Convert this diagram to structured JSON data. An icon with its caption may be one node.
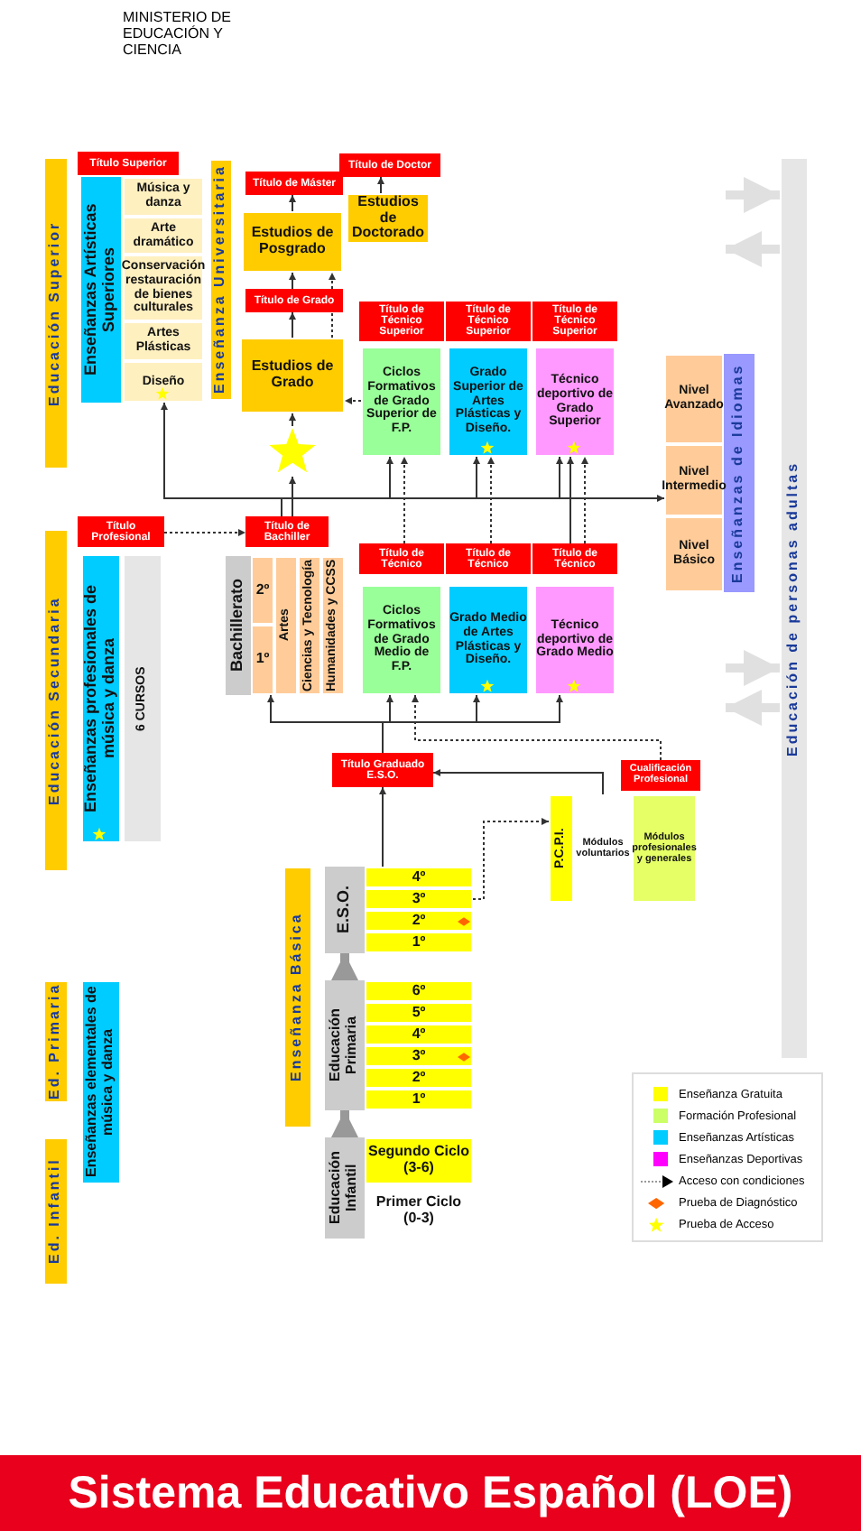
{
  "diagram": {
    "title": "Sistema Educativo Español (LOE)",
    "nodes": [
      {
        "text": [
          "Educación Superior"
        ]
      },
      {
        "text": [
          "Título Superior"
        ]
      },
      {
        "text": [
          "Enseñanzas Artísticas Superiores"
        ]
      },
      {
        "text": [
          "Música y danza"
        ],
        "in": 2
      },
      {
        "text": [
          "Arte dramático"
        ],
        "in": 2
      },
      {
        "text": [
          "Conservación restauración de bienes culturales"
        ],
        "in": 2
      },
      {
        "text": [
          "Artes Plásticas"
        ],
        "in": 2
      },
      {
        "text": [
          "Diseño"
        ],
        "in": 2
      },
      {
        "text": [
          "Enseñanza Universitaria"
        ]
      },
      {
        "text": [
          "Título de Máster"
        ]
      },
      {
        "text": [
          "Título de Doctor"
        ]
      },
      {
        "text": [
          "Estudios de Posgrado"
        ]
      },
      {
        "text": [
          "Estudios de Doctorado"
        ]
      },
      {
        "text": [
          "Título de Grado"
        ]
      },
      {
        "text": [
          "Estudios de Grado"
        ]
      },
      {
        "text": [
          "Título de Técnico Superior"
        ]
      },
      {
        "text": [
          "Título de Técnico Superior"
        ]
      },
      {
        "text": [
          "Título de Técnico Superior"
        ]
      },
      {
        "text": [
          "Ciclos Formativos de Grado Superior de F.P."
        ]
      },
      {
        "text": [
          "Grado Superior de Artes Plásticas y Diseño."
        ]
      },
      {
        "text": [
          "Técnico deportivo de Grado Superior"
        ]
      },
      {
        "text": [
          "Nivel Avanzado"
        ],
        "in": 24
      },
      {
        "text": [
          "Nivel Intermedio"
        ],
        "in": 24
      },
      {
        "text": [
          "Nivel Básico"
        ],
        "in": 24
      },
      {
        "text": [
          "Enseñanzas de Idiomas"
        ]
      },
      {
        "text": [
          "Educación de personas adultas"
        ]
      },
      {
        "text": [
          "Educación Secundaria"
        ]
      },
      {
        "text": [
          "Título Profesional"
        ]
      },
      {
        "text": [
          "Título de Bachiller"
        ]
      },
      {
        "text": [
          "Enseñanzas profesionales de música y danza"
        ]
      },
      {
        "text": [
          "6 CURSOS"
        ]
      },
      {
        "text": [
          "Bachillerato"
        ]
      },
      {
        "text": [
          "2º"
        ],
        "in": 31
      },
      {
        "text": [
          "1º"
        ],
        "in": 31
      },
      {
        "text": [
          "Artes"
        ],
        "in": 31
      },
      {
        "text": [
          "Ciencias y Tecnología"
        ],
        "in": 31
      },
      {
        "text": [
          "Humanidades y CCSS"
        ],
        "in": 31
      },
      {
        "text": [
          "Título de Técnico"
        ]
      },
      {
        "text": [
          "Título de Técnico"
        ]
      },
      {
        "text": [
          "Título de Técnico"
        ]
      },
      {
        "text": [
          "Ciclos Formativos de Grado Medio de F.P."
        ]
      },
      {
        "text": [
          "Grado Medio de Artes Plásticas y Diseño."
        ]
      },
      {
        "text": [
          "Técnico deportivo de Grado Medio"
        ]
      },
      {
        "text": [
          "Título Graduado E.S.O."
        ]
      },
      {
        "text": [
          "Cualificación Profesional"
        ]
      },
      {
        "text": [
          "P.C.P.I."
        ]
      },
      {
        "text": [
          "Módulos voluntarios"
        ]
      },
      {
        "text": [
          "Módulos profesionales y generales"
        ]
      },
      {
        "text": [
          "Enseñanza Básica"
        ]
      },
      {
        "text": [
          "E.S.O."
        ]
      },
      {
        "text": [
          "4º"
        ],
        "in": 49
      },
      {
        "text": [
          "3º"
        ],
        "in": 49
      },
      {
        "text": [
          "2º"
        ],
        "in": 49
      },
      {
        "text": [
          "1º"
        ],
        "in": 49
      },
      {
        "text": [
          "Ed. Primaria"
        ]
      },
      {
        "text": [
          "Enseñanzas elementales de música y danza"
        ]
      },
      {
        "text": [
          "Educación Primaria"
        ]
      },
      {
        "text": [
          "6º"
        ],
        "in": 56
      },
      {
        "text": [
          "5º"
        ],
        "in": 56
      },
      {
        "text": [
          "4º"
        ],
        "in": 56
      },
      {
        "text": [
          "3º"
        ],
        "in": 56
      },
      {
        "text": [
          "2º"
        ],
        "in": 56
      },
      {
        "text": [
          "1º"
        ],
        "in": 56
      },
      {
        "text": [
          "Ed. Infantil"
        ]
      },
      {
        "text": [
          "Educación Infantil"
        ]
      },
      {
        "text": [
          "Segundo Ciclo (3-6)"
        ],
        "in": 64
      },
      {
        "text": [
          "Primer Ciclo (0-3)"
        ],
        "in": 64
      },
      {
        "text": [],
        "shape": "star"
      }
    ],
    "edges": [
      {
        "from": 28,
        "to": 67,
        "arrow": "to"
      },
      {
        "from": 67,
        "to": 14,
        "arrow": "to"
      },
      {
        "from": 28,
        "to": 2,
        "arrow": "to"
      },
      {
        "from": 28,
        "to": 18,
        "arrow": "to"
      },
      {
        "from": 28,
        "to": 19,
        "arrow": "to"
      },
      {
        "from": 28,
        "to": 20,
        "arrow": "to"
      },
      {
        "from": 28,
        "to": 24,
        "arrow": "to"
      },
      {
        "from": 18,
        "to": 14,
        "arrow": "to",
        "style": "dashed"
      },
      {
        "from": 14,
        "to": 13,
        "arrow": "to"
      },
      {
        "from": 13,
        "to": 11,
        "arrow": "to"
      },
      {
        "from": 11,
        "to": 9,
        "arrow": "to"
      },
      {
        "from": 12,
        "to": 10,
        "arrow": "to"
      },
      {
        "from": 14,
        "to": 11,
        "arrow": "to",
        "style": "dashed"
      },
      {
        "from": 27,
        "to": 28,
        "arrow": "to",
        "style": "dashed"
      },
      {
        "from": 43,
        "to": 31,
        "arrow": "to"
      },
      {
        "from": 43,
        "to": 40,
        "arrow": "to"
      },
      {
        "from": 43,
        "to": 41,
        "arrow": "to"
      },
      {
        "from": 43,
        "to": 42,
        "arrow": "to"
      },
      {
        "from": 37,
        "to": 18,
        "arrow": "to",
        "style": "dashed"
      },
      {
        "from": 38,
        "to": 19,
        "arrow": "to",
        "style": "dashed"
      },
      {
        "from": 39,
        "to": 20,
        "arrow": "to"
      },
      {
        "from": 39,
        "to": 20,
        "arrow": "to",
        "style": "dashed"
      },
      {
        "from": 44,
        "to": 40,
        "arrow": "to",
        "style": "dashed"
      },
      {
        "from": 46,
        "to": 43,
        "arrow": "to"
      },
      {
        "from": 50,
        "to": 43,
        "arrow": "to"
      },
      {
        "from": 51,
        "to": 45,
        "arrow": "to",
        "style": "dashed"
      },
      {
        "from": 56,
        "to": 49,
        "arrow": "to",
        "style": "thick",
        "color": "#999999"
      },
      {
        "from": 64,
        "to": 56,
        "arrow": "to",
        "style": "thick",
        "color": "#999999"
      },
      {
        "from": null,
        "to": 25,
        "arrow": "to",
        "style": "thick",
        "color": "#e0e0e0"
      },
      {
        "from": 25,
        "to": null,
        "arrow": "to",
        "style": "thick",
        "color": "#e0e0e0"
      },
      {
        "from": null,
        "to": 25,
        "arrow": "to",
        "style": "thick",
        "color": "#e0e0e0"
      },
      {
        "from": 25,
        "to": null,
        "arrow": "to",
        "style": "thick",
        "color": "#e0e0e0"
      }
    ],
    "labels": [
      "MINISTERIO DE EDUCACIÓN Y CIENCIA"
    ],
    "legend": [
      {
        "text": "Enseñanza Gratuita",
        "color": "#ffff00"
      },
      {
        "text": "Formación Profesional",
        "color": "#ccff66"
      },
      {
        "text": "Enseñanzas Artísticas",
        "color": "#00ccff"
      },
      {
        "text": "Enseñanzas Deportivas",
        "color": "#ff00ff"
      },
      {
        "text": "Acceso con condiciones"
      },
      {
        "text": "Prueba de Diagnóstico"
      },
      {
        "text": "Prueba de Acceso"
      }
    ]
  }
}
